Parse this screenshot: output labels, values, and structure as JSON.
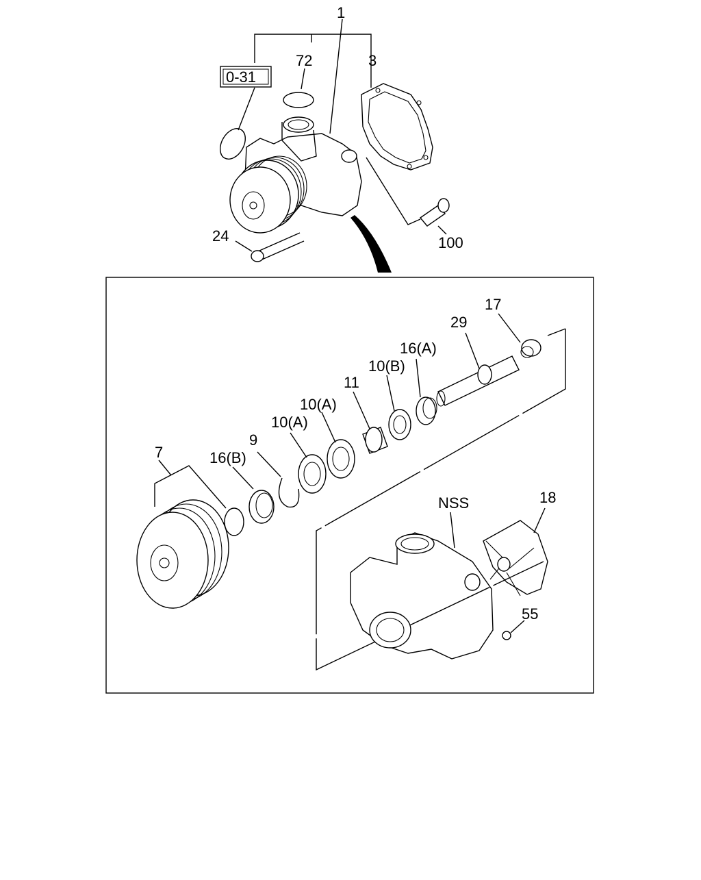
{
  "callouts": {
    "c1": "1",
    "c72": "72",
    "c3": "3",
    "c031": "0-31",
    "c24": "24",
    "c100": "100",
    "c17": "17",
    "c29": "29",
    "c16a": "16(A)",
    "c10b": "10(B)",
    "c11": "11",
    "c10a_upper": "10(A)",
    "c10a_lower": "10(A)",
    "c9": "9",
    "c16b": "16(B)",
    "c7": "7",
    "cnss": "NSS",
    "c18": "18",
    "c55": "55"
  }
}
